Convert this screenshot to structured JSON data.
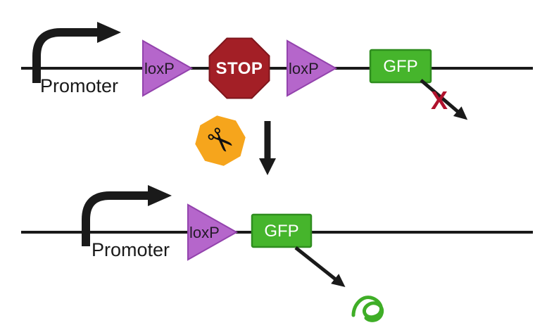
{
  "colors": {
    "line_black": "#1a1a1a",
    "loxp_purple": "#b566cb",
    "stop_red": "#a31f26",
    "gfp_green": "#46b52c",
    "scissors_orange": "#f6a51c",
    "x_red": "#b0122d",
    "protein_green": "#3fae27"
  },
  "top_row": {
    "promoter_label": "Promoter",
    "loxp_left_label": "loxP",
    "stop_label": "STOP",
    "loxp_right_label": "loxP",
    "gfp_label": "GFP",
    "blocked_label": "X"
  },
  "middle": {
    "scissors_glyph": "✂"
  },
  "bottom_row": {
    "promoter_label": "Promoter",
    "loxp_label": "loxP",
    "gfp_label": "GFP"
  }
}
